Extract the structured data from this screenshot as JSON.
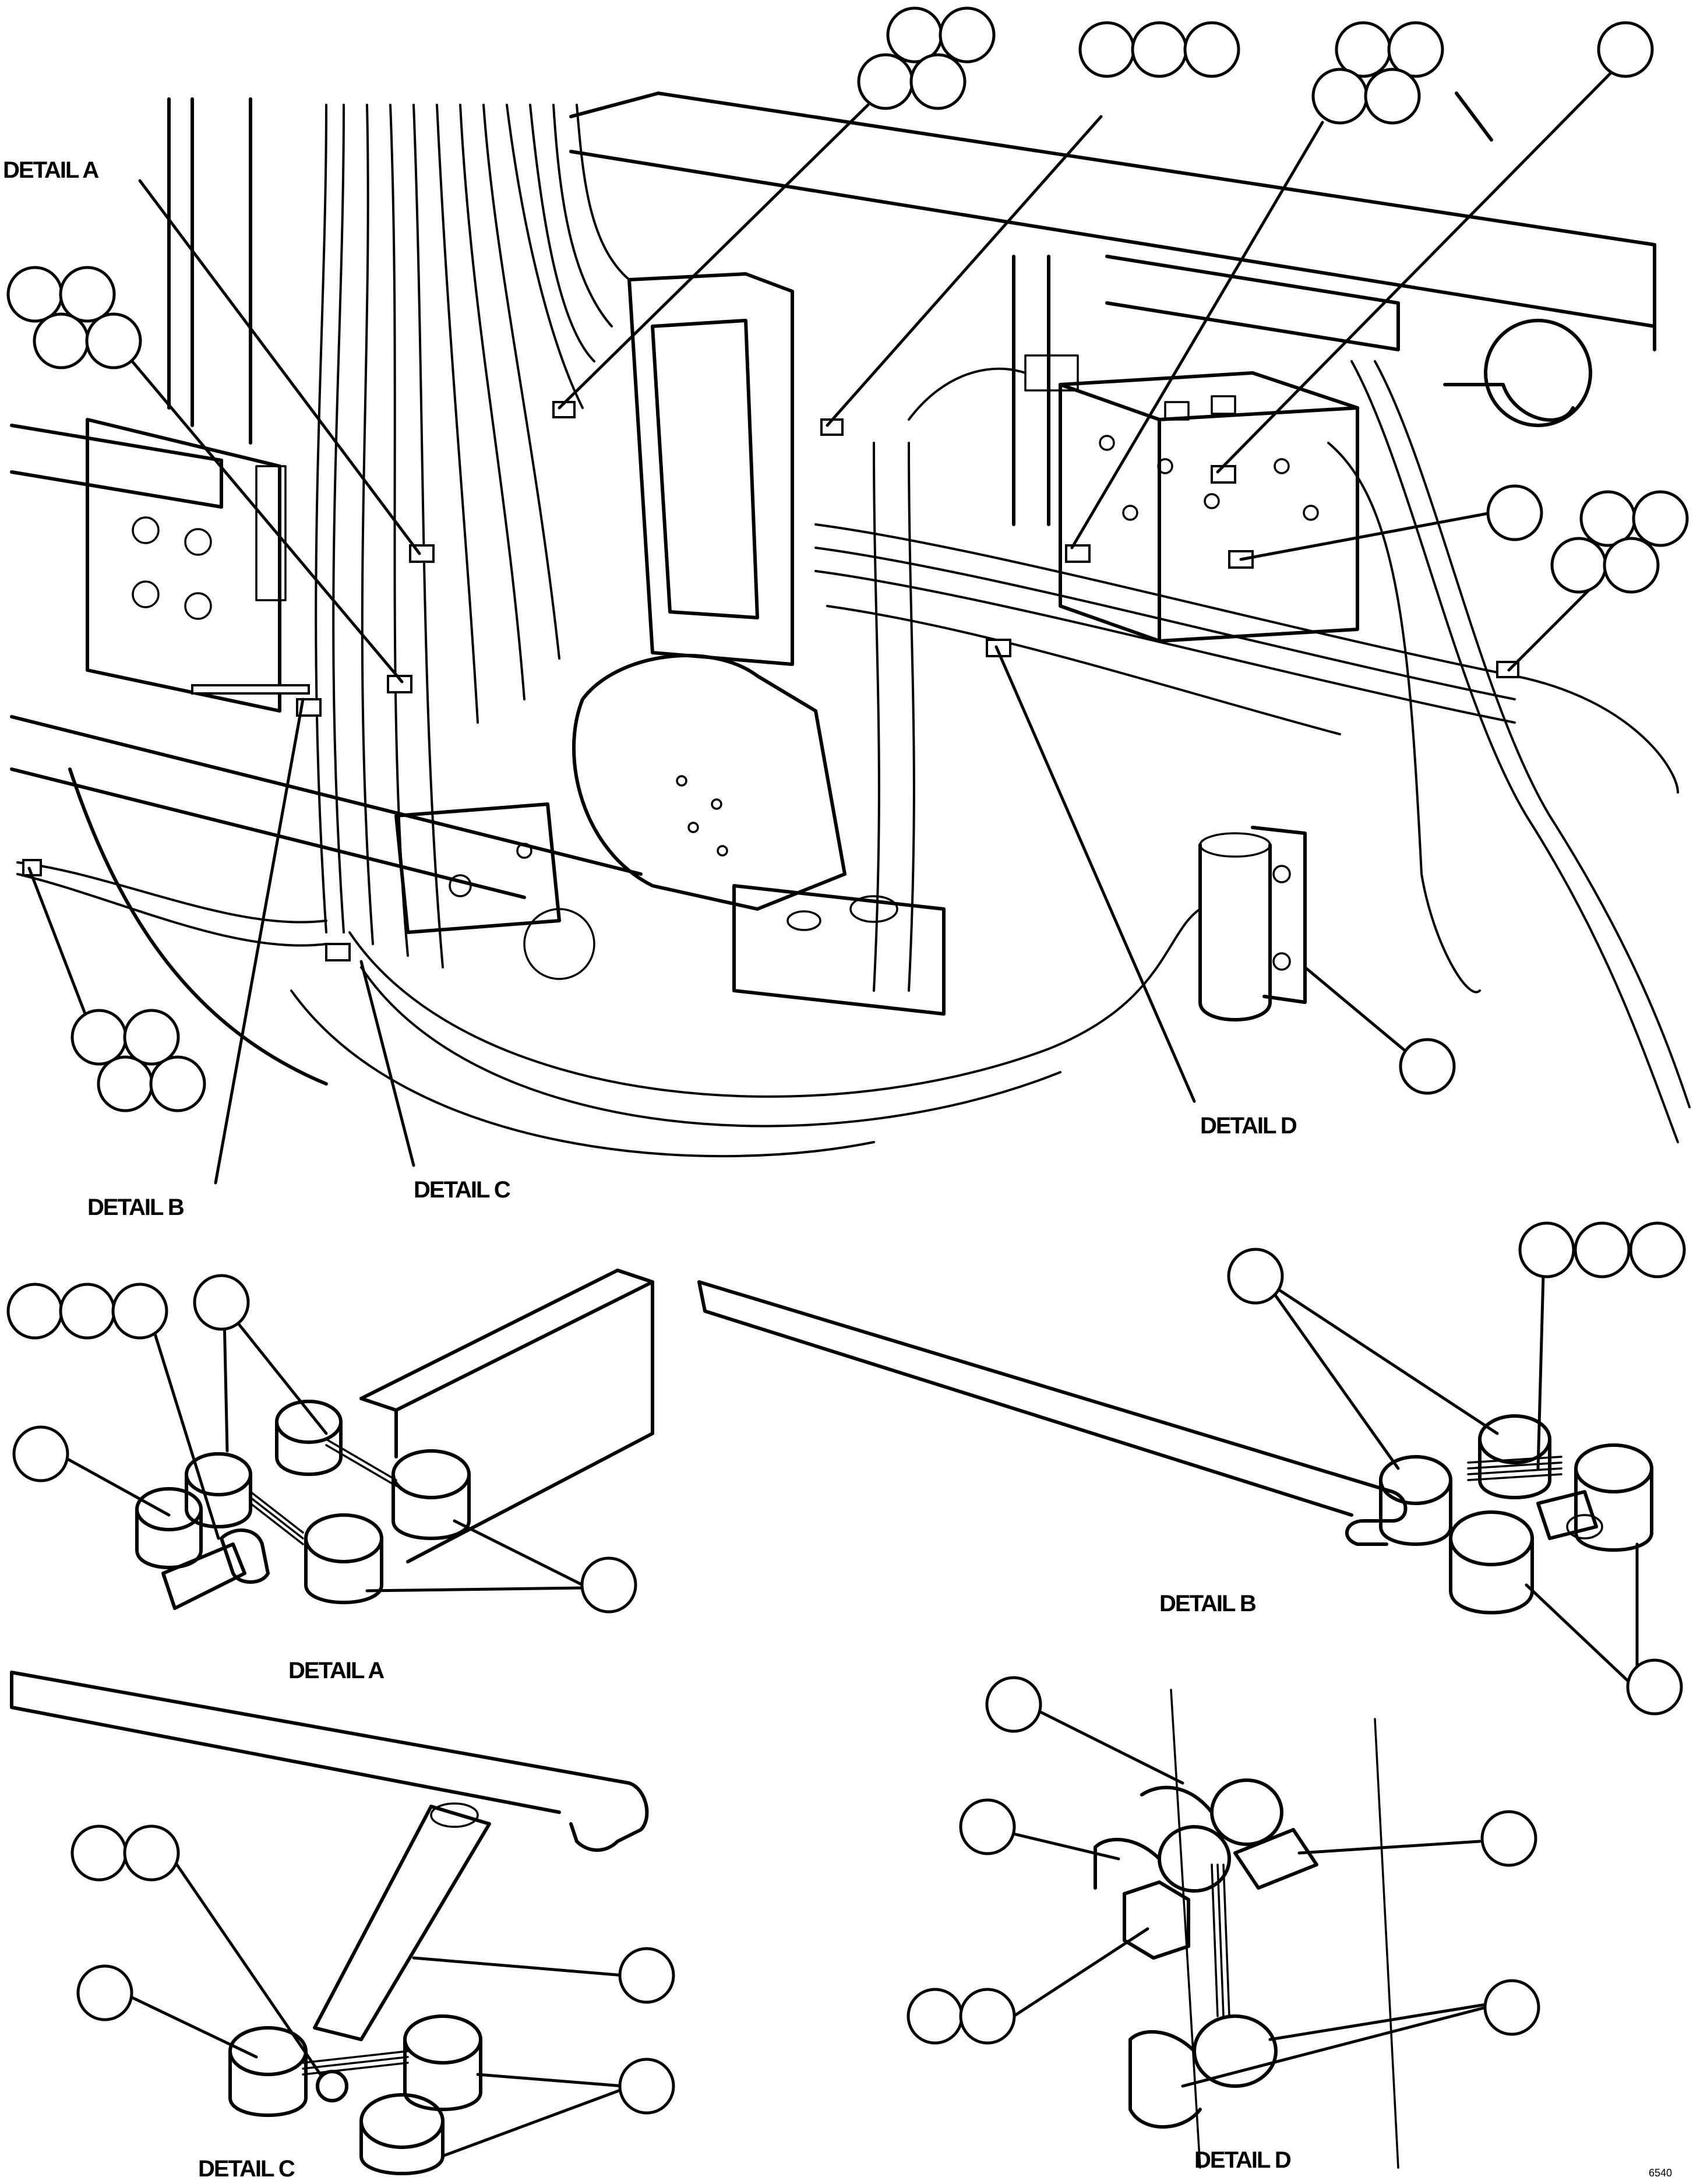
{
  "labels": {
    "detail_a_top": "DETAIL A",
    "detail_b_top": "DETAIL B",
    "detail_c_top": "DETAIL C",
    "detail_d_top": "DETAIL D",
    "detail_a_caption": "DETAIL A",
    "detail_b_caption": "DETAIL B",
    "detail_c_caption": "DETAIL C",
    "detail_d_caption": "DETAIL D",
    "drawing_ref": "6540"
  }
}
